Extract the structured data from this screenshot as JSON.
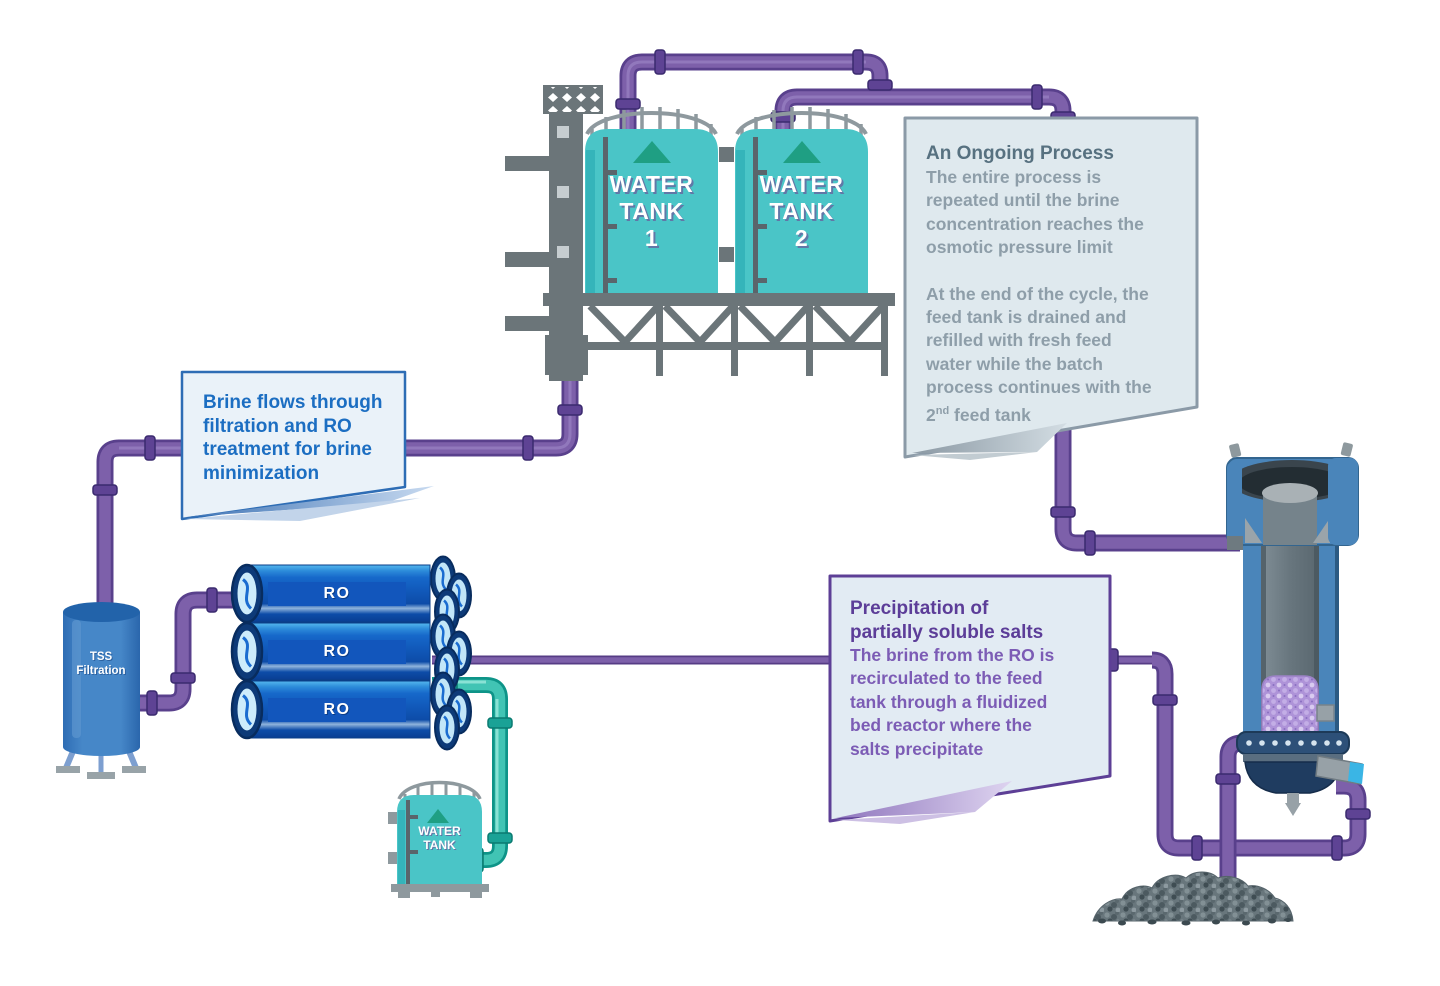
{
  "callouts": {
    "brine": {
      "lines": [
        "Brine flows through",
        "filtration and RO",
        "treatment for brine",
        "minimization"
      ]
    },
    "ongoing": {
      "title": "An Ongoing Process",
      "p1_lines": [
        "The entire process is",
        "repeated until the brine",
        "concentration reaches the",
        "osmotic pressure limit"
      ],
      "p2_lines": [
        "At the end of the cycle, the",
        "feed tank is drained and",
        "refilled with fresh feed",
        "water while the batch",
        "process continues with the"
      ],
      "p2_last": {
        "num": "2",
        "sup": "nd",
        "rest": " feed tank"
      }
    },
    "precipitation": {
      "title_lines": [
        "Precipitation of",
        "partially soluble salts"
      ],
      "body_lines": [
        "The brine from the RO is",
        "recirculated to the feed",
        "tank through a fluidized",
        "bed reactor where the",
        "salts precipitate"
      ]
    }
  },
  "equipment": {
    "water_tank_1": {
      "lines": [
        "WATER",
        "TANK",
        "1"
      ]
    },
    "water_tank_2": {
      "lines": [
        "WATER",
        "TANK",
        "2"
      ]
    },
    "ro_vessels": {
      "labels": [
        "RO",
        "RO",
        "RO"
      ]
    },
    "tss_filtration": {
      "lines": [
        "TSS",
        "Filtration"
      ]
    },
    "small_water_tank": {
      "lines": [
        "WATER",
        "TANK"
      ]
    }
  },
  "colors": {
    "background": "#ffffff",
    "pipe_purple": "#7d60aa",
    "pipe_teal": "#41c4b4",
    "tank_teal": "#4ac5c7",
    "ro_blue": "#1256bc",
    "tss_blue": "#4687c8",
    "reactor_blue": "#4a85ba",
    "bed_lavender": "#ae93d8",
    "structure_gray": "#6b7579",
    "callout_blue_border": "#2e6db5",
    "callout_gray_border": "#8b9aa7",
    "callout_purple_border": "#5d3f96"
  }
}
